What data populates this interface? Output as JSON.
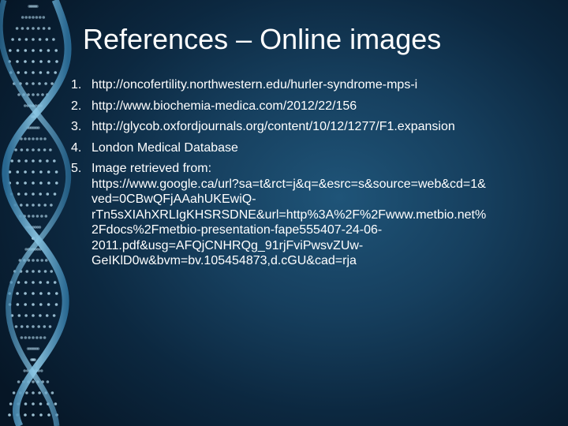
{
  "slide": {
    "title": "References – Online images",
    "items": [
      {
        "number": "1.",
        "lines": [
          "http://oncofertility.northwestern.edu/hurler-syndrome-mps-i"
        ]
      },
      {
        "number": "2.",
        "lines": [
          "http://www.biochemia-medica.com/2012/22/156"
        ]
      },
      {
        "number": "3.",
        "lines": [
          "http://glycob.oxfordjournals.org/content/10/12/1277/F1.expansion"
        ]
      },
      {
        "number": "4.",
        "lines": [
          "London Medical Database"
        ]
      },
      {
        "number": "5.",
        "lines": [
          "Image retrieved from:",
          "https://www.google.ca/url?sa=t&rct=j&q=&esrc=s&source=web&cd=1&",
          "ved=0CBwQFjAAahUKEwiQ-",
          "rTn5sXIAhXRLIgKHSRSDNE&url=http%3A%2F%2Fwww.metbio.net%",
          "2Fdocs%2Fmetbio-presentation-fape555407-24-06-",
          "2011.pdf&usg=AFQjCNHRQg_91rjFviPwsvZUw-",
          "GeIKlD0w&bvm=bv.105454873,d.cGU&cad=rja"
        ]
      }
    ]
  },
  "theme": {
    "background": "#163f5e",
    "text": "#ffffff",
    "helix_strand": "#5fa8d3",
    "helix_rung": "#b9dff2"
  },
  "decoration": {
    "icon": "dna-helix-icon"
  }
}
